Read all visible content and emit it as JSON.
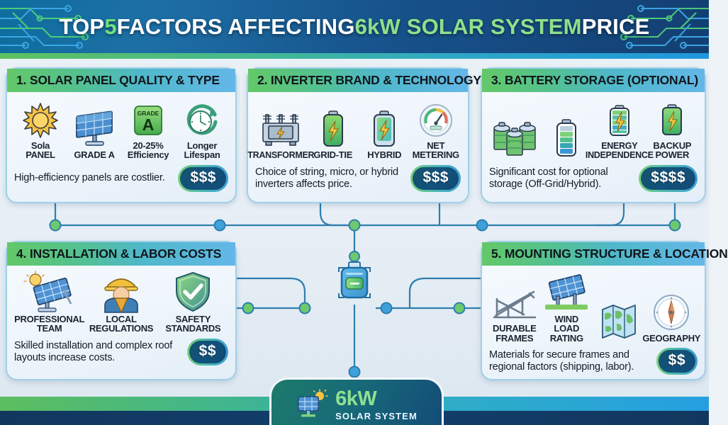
{
  "header": {
    "title_parts": [
      {
        "text": "TOP ",
        "color": "white"
      },
      {
        "text": "5",
        "color": "green"
      },
      {
        "text": " FACTORS AFFECTING ",
        "color": "white"
      },
      {
        "text": "6kW SOLAR SYSTEM",
        "color": "green"
      },
      {
        "text": " PRICE",
        "color": "white"
      }
    ],
    "title_plain": "TOP 5 FACTORS AFFECTING 6kW SOLAR SYSTEM PRICE",
    "accent_green": "#71e07a",
    "accent_blue": "#2196dc",
    "bg_blue": "#17528b"
  },
  "cards": [
    {
      "id": "solar-panel-quality",
      "heading": "1. SOLAR PANEL QUALITY & TYPE",
      "icons": [
        {
          "name": "sun-icon",
          "label": "Sola\nPANEL"
        },
        {
          "name": "solar-panel-icon",
          "label": "GRADE A"
        },
        {
          "name": "grade-a-badge-icon",
          "label": "20-25%\nEfficiency",
          "badge_top": "GRADE",
          "badge_main": "A"
        },
        {
          "name": "clock-arrow-icon",
          "label": "Longer\nLifespan"
        }
      ],
      "description": "High-efficiency panels are costlier.",
      "cost": "$$$"
    },
    {
      "id": "inverter-brand-technology",
      "heading": "2. INVERTER BRAND & TECHNOLOGY",
      "icons": [
        {
          "name": "transformer-icon",
          "label": "TRANSFORMER"
        },
        {
          "name": "battery-bolt-icon",
          "label": "GRID-TIE"
        },
        {
          "name": "battery-hybrid-icon",
          "label": "HYBRID"
        },
        {
          "name": "gauge-meter-icon",
          "label": "NET\nMETERING"
        }
      ],
      "description": "Choice of string, micro, or hybrid inverters affects price.",
      "cost": "$$$"
    },
    {
      "id": "battery-storage-optional",
      "heading": "3. BATTERY STORAGE (OPTIONAL)",
      "icons": [
        {
          "name": "battery-stack-icon",
          "label": ""
        },
        {
          "name": "battery-level-icon",
          "label": ""
        },
        {
          "name": "battery-bolt-striped-icon",
          "label": "ENERGY\nINDEPENDENCE"
        },
        {
          "name": "battery-green-bolt-icon",
          "label": "BACKUP\nPOWER"
        }
      ],
      "description": "Significant cost for optional storage (Off-Grid/Hybrid).",
      "cost": "$$$$"
    },
    {
      "id": "installation-labor-costs",
      "heading": "4. INSTALLATION & LABOR COSTS",
      "icons": [
        {
          "name": "panel-with-bulb-icon",
          "label": "PROFESSIONAL\nTEAM"
        },
        {
          "name": "worker-helmet-icon",
          "label": "LOCAL\nREGULATIONS"
        },
        {
          "name": "shield-check-icon",
          "label": "SAFETY\nSTANDARDS"
        }
      ],
      "description": "Skilled installation and complex roof layouts increase costs.",
      "cost": "$$"
    },
    {
      "id": "mounting-structure-location",
      "heading": "5. MOUNTING STRUCTURE & LOCATION",
      "icons": [
        {
          "name": "mounting-frame-icon",
          "label": "DURABLE\nFRAMES"
        },
        {
          "name": "ground-mount-panel-icon",
          "label": "WIND LOAD\nRATING"
        },
        {
          "name": "folded-map-icon",
          "label": ""
        },
        {
          "name": "compass-icon",
          "label": "GEOGRAPHY"
        }
      ],
      "description": "Materials for secure frames and regional factors (shipping, labor).",
      "cost": "$$"
    }
  ],
  "hub": {
    "name": "central-inverter-hub"
  },
  "footer": {
    "badge_title": "6kW",
    "badge_subtitle": "SOLAR SYSTEM",
    "badge_icon": "solar-panel-sun-icon"
  }
}
